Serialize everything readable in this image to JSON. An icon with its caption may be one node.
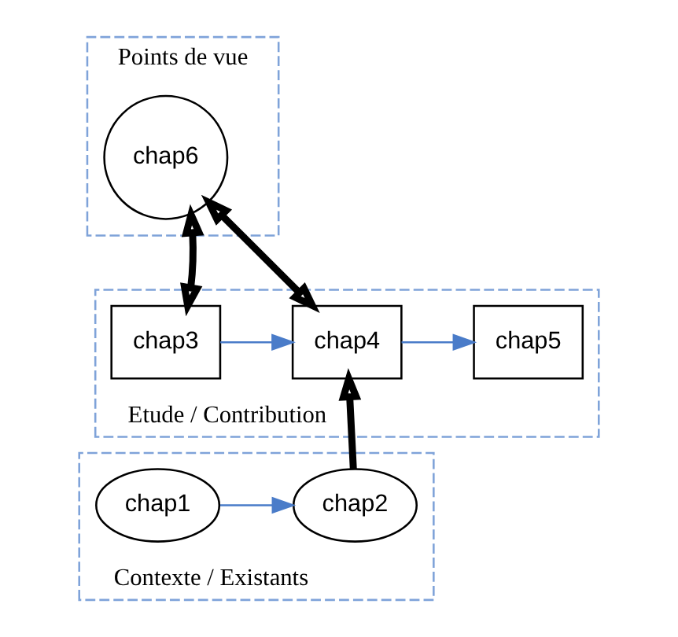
{
  "diagram": {
    "nodes": [
      {
        "text": [
          "Points de vue"
        ]
      },
      {
        "text": [
          "chap6"
        ],
        "in": 0
      },
      {
        "text": [
          "Etude / Contribution"
        ]
      },
      {
        "text": [
          "chap3"
        ],
        "in": 2
      },
      {
        "text": [
          "chap4"
        ],
        "in": 2
      },
      {
        "text": [
          "chap5"
        ],
        "in": 2
      },
      {
        "text": [
          "Contexte / Existants"
        ]
      },
      {
        "text": [
          "chap1"
        ],
        "in": 6
      },
      {
        "text": [
          "chap2"
        ],
        "in": 6
      }
    ],
    "edges": [
      {
        "from": 1,
        "to": 3,
        "arrow": "both",
        "style": "thick"
      },
      {
        "from": 1,
        "to": 4,
        "arrow": "both",
        "style": "thick"
      },
      {
        "from": 3,
        "to": 4,
        "arrow": "to",
        "color": "#4a7cc9"
      },
      {
        "from": 4,
        "to": 5,
        "arrow": "to",
        "color": "#4a7cc9"
      },
      {
        "from": 7,
        "to": 8,
        "arrow": "to",
        "color": "#4a7cc9"
      },
      {
        "from": 8,
        "to": 4,
        "arrow": "to",
        "style": "thick"
      }
    ]
  }
}
